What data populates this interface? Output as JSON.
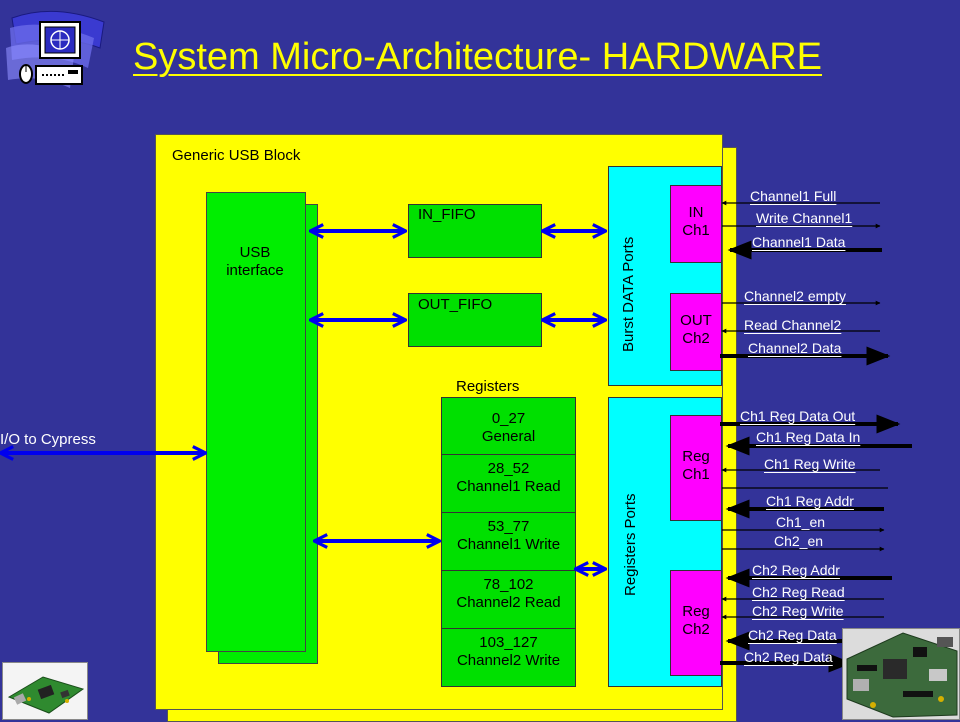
{
  "title": "System  Micro-Architecture- HARDWARE",
  "generic_block": {
    "label": "Generic USB Block"
  },
  "usb_interface": {
    "line1": "USB",
    "line2": "interface"
  },
  "fifos": {
    "in": "IN_FIFO",
    "out": "OUT_FIFO"
  },
  "registers": {
    "header": "Registers",
    "cells": [
      {
        "line1": "0_27",
        "line2": "General"
      },
      {
        "line1": "28_52",
        "line2": "Channel1 Read"
      },
      {
        "line1": "53_77",
        "line2": "Channel1 Write"
      },
      {
        "line1": "78_102",
        "line2": "Channel2 Read"
      },
      {
        "line1": "103_127",
        "line2": "Channel2 Write"
      }
    ]
  },
  "burst_ports": {
    "label": "Burst DATA Ports"
  },
  "register_ports": {
    "label": "Registers Ports"
  },
  "channels": {
    "in_ch1": {
      "line1": "IN",
      "line2": "Ch1"
    },
    "out_ch2": {
      "line1": "OUT",
      "line2": "Ch2"
    },
    "reg_ch1": {
      "line1": "Reg",
      "line2": "Ch1"
    },
    "reg_ch2": {
      "line1": "Reg",
      "line2": "Ch2"
    }
  },
  "io_label": "I/O to Cypress",
  "signals": [
    "Channel1 Full",
    "Write Channel1",
    "Channel1 Data",
    "Channel2 empty",
    "Read Channel2",
    "Channel2 Data",
    "Ch1 Reg Data Out",
    "Ch1 Reg Data In",
    "Ch1 Reg Write",
    "Ch1 Reg Addr",
    "Ch1_en",
    "Ch2_en",
    "Ch2 Reg Addr",
    "Ch2 Reg Read",
    "Ch2 Reg Write",
    "Ch2 Reg Data",
    "Ch2 Reg Data"
  ],
  "colors": {
    "background": "#333399",
    "title": "#ffff00",
    "block": "#ffff00",
    "fifo": "#00e000",
    "ports": "#00ffff",
    "channel": "#ff00ff",
    "arrows": "#0000ee"
  },
  "icons": [
    "computer-logo-icon",
    "usb-board-photo",
    "fpga-board-photo"
  ]
}
